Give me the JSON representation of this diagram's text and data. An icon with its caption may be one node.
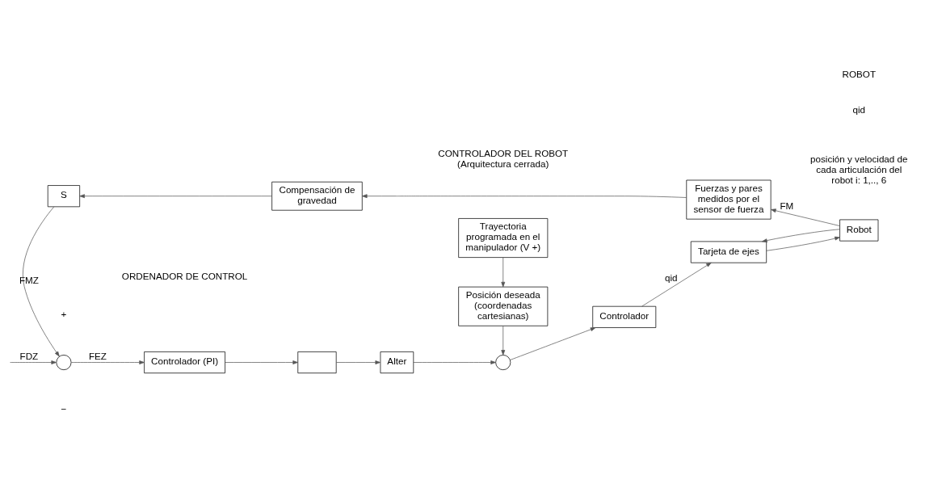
{
  "diagram": {
    "nodes": [
      {
        "text": [],
        "shape": "circle"
      },
      {
        "text": [
          "Controlador (PI)"
        ]
      },
      {
        "text": [],
        "shape": "box"
      },
      {
        "text": [
          "Alter"
        ]
      },
      {
        "text": [
          "Trayectoria programada en el manipulador (V +)"
        ]
      },
      {
        "text": [
          "Posición deseada (coordenadas cartesianas)"
        ]
      },
      {
        "text": [],
        "shape": "circle"
      },
      {
        "text": [
          "Controlador"
        ]
      },
      {
        "text": [
          "Tarjeta de ejes"
        ]
      },
      {
        "text": [
          "Robot"
        ]
      },
      {
        "text": [
          "Fuerzas y pares medidos por el sensor de fuerza"
        ]
      },
      {
        "text": [
          "Compensación de gravedad"
        ]
      },
      {
        "text": [
          "S"
        ]
      }
    ],
    "edges": [
      {
        "from": null,
        "to": 0,
        "arrow": "to",
        "label": "FDZ"
      },
      {
        "from": 0,
        "to": 1,
        "arrow": "to",
        "label": "FEZ"
      },
      {
        "from": 1,
        "to": 2,
        "arrow": "to"
      },
      {
        "from": 2,
        "to": 3,
        "arrow": "to"
      },
      {
        "from": 3,
        "to": 6,
        "arrow": "to"
      },
      {
        "from": 4,
        "to": 5,
        "arrow": "to"
      },
      {
        "from": 5,
        "to": 6,
        "arrow": "to"
      },
      {
        "from": 6,
        "to": 7,
        "arrow": "to"
      },
      {
        "from": 7,
        "to": 8,
        "arrow": "to",
        "label": "qid"
      },
      {
        "from": 8,
        "to": 9,
        "arrow": "to"
      },
      {
        "from": 9,
        "to": 8,
        "arrow": "to"
      },
      {
        "from": 9,
        "to": 10,
        "arrow": "to",
        "label": "FM"
      },
      {
        "from": 10,
        "to": 11,
        "arrow": "to"
      },
      {
        "from": 11,
        "to": 12,
        "arrow": "to"
      },
      {
        "from": 12,
        "to": 0,
        "arrow": "to",
        "label": "FMZ"
      }
    ],
    "labels": [
      "+",
      "−",
      "qid",
      "posición y velocidad de cada articulación del robot i: 1,.., 6",
      "ORDENADOR DE CONTROL",
      "CONTROLADOR DEL ROBOT (Arquitectura cerrada)",
      "ROBOT"
    ]
  }
}
